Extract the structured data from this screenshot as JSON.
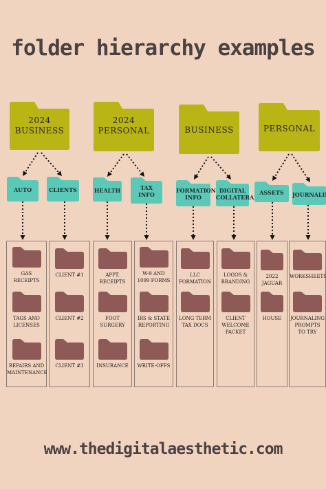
{
  "title": "folder hierarchy examples",
  "footer": "www.thedigitalaesthetic.com",
  "colors": {
    "background": "#f1d4c0",
    "top_folder": "#b8b515",
    "tag_folder": "#5bc9b8",
    "file_folder": "#8e5a58"
  },
  "top_folders": [
    {
      "label": "2024\nBUSINESS"
    },
    {
      "label": "2024\nPERSONAL"
    },
    {
      "label": "BUSINESS"
    },
    {
      "label": "PERSONAL"
    }
  ],
  "sub_folders": [
    {
      "label": "AUTO"
    },
    {
      "label": "CLIENTS"
    },
    {
      "label": "HEALTH"
    },
    {
      "label": "TAX\nINFO"
    },
    {
      "label": "FORMATION\nINFO"
    },
    {
      "label": "DIGITAL\nCOLLATERAL"
    },
    {
      "label": "ASSETS"
    },
    {
      "label": "JOURNALING"
    }
  ],
  "columns": [
    {
      "items": [
        "GAS\nRECEIPTS",
        "TAGS AND\nLICENSES",
        "REPAIRS AND\nMAINTENANCE"
      ]
    },
    {
      "items": [
        "CLIENT #1",
        "CLIENT #2",
        "CLIENT #3"
      ]
    },
    {
      "items": [
        "APPT.\nRECEIPTS",
        "FOOT\nSURGERY",
        "INSURANCE"
      ]
    },
    {
      "items": [
        "W-9 AND\n1099 FORMS",
        "IRS & STATE\nREPORTING",
        "WRITE-OFFS"
      ]
    },
    {
      "items": [
        "LLC\nFORMATION",
        "LONG TERM\nTAX DOCS"
      ]
    },
    {
      "items": [
        "LOGOS &\nBRANDING",
        "CLIENT\nWELCOME\nPACKET"
      ]
    },
    {
      "items": [
        "2022\nJAGUAR",
        "HOUSE"
      ]
    },
    {
      "items": [
        "WORKSHEETS",
        "JOURNALING\nPROMPTS\nTO TRY"
      ]
    }
  ]
}
